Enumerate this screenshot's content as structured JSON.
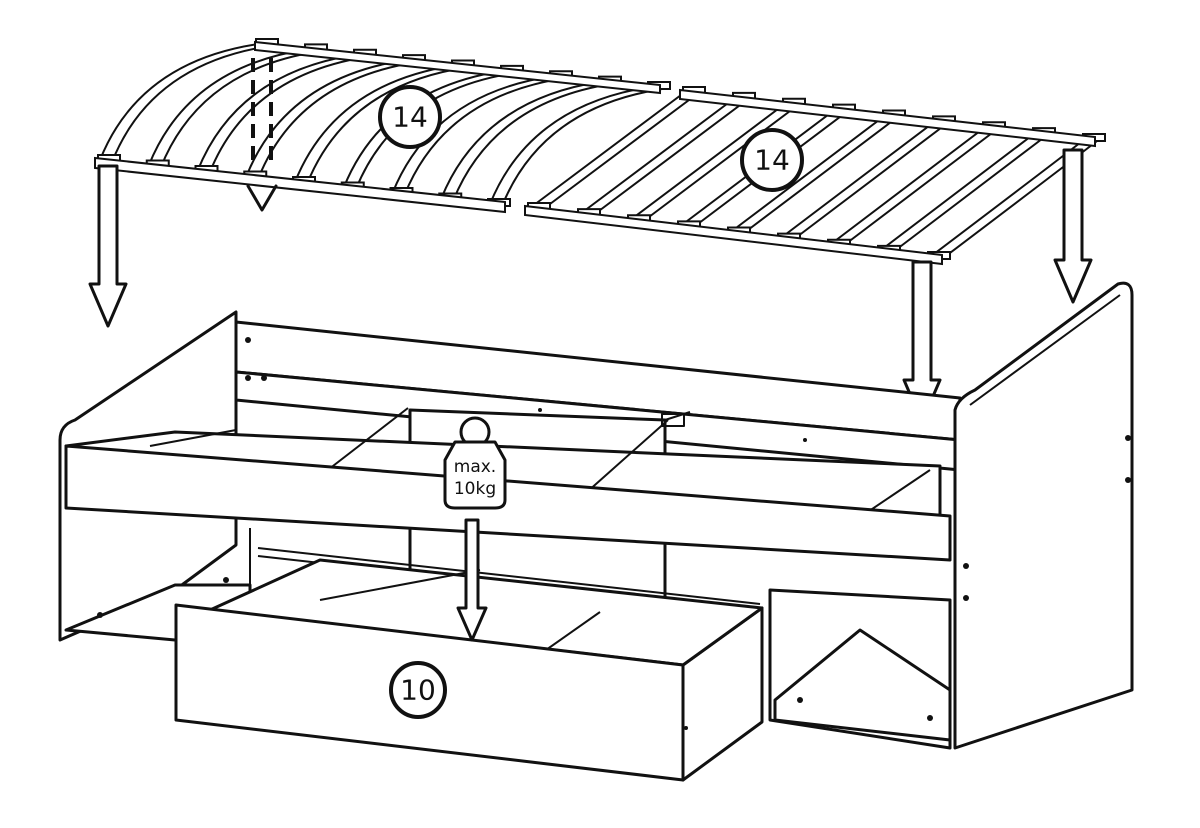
{
  "callouts": {
    "slat_frame_left": "14",
    "slat_frame_right": "14",
    "drawer": "10"
  },
  "weight_limit": {
    "line1": "max.",
    "line2": "10kg"
  },
  "colors": {
    "stroke": "#111111",
    "background": "#ffffff"
  },
  "icons": [
    "down-arrow-icon",
    "weight-icon",
    "dashed-alignment-icon"
  ]
}
